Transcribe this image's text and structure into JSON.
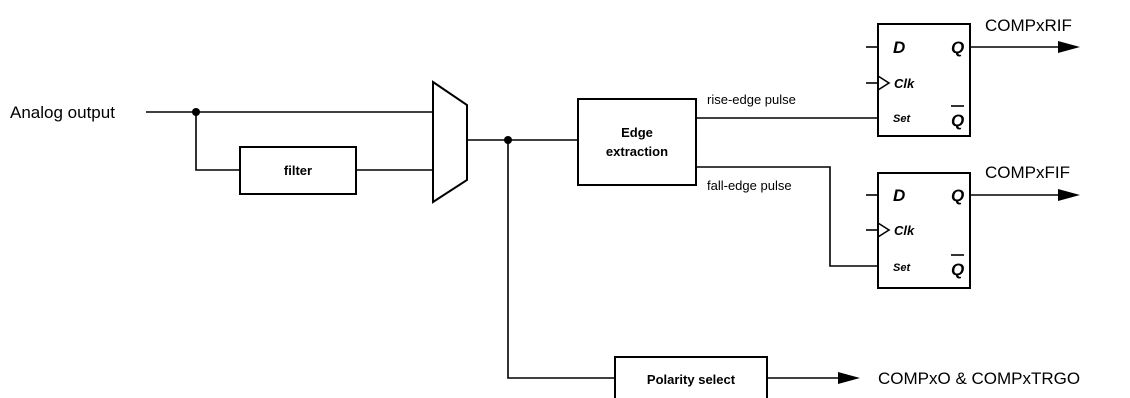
{
  "inputs": {
    "analog_output": "Analog output"
  },
  "blocks": {
    "filter": "filter",
    "edge_extraction_line1": "Edge",
    "edge_extraction_line2": "extraction",
    "polarity_select": "Polarity select"
  },
  "signals": {
    "rise_edge_pulse": "rise-edge pulse",
    "fall-edge_pulse": "fall-edge pulse"
  },
  "flipflop": {
    "d": "D",
    "q": "Q",
    "clk": "Clk",
    "set": "Set",
    "q_bar": "Q"
  },
  "outputs": {
    "rif": "COMPxRIF",
    "fif": "COMPxFIF",
    "o_trgo": "COMPxO & COMPxTRGO"
  }
}
